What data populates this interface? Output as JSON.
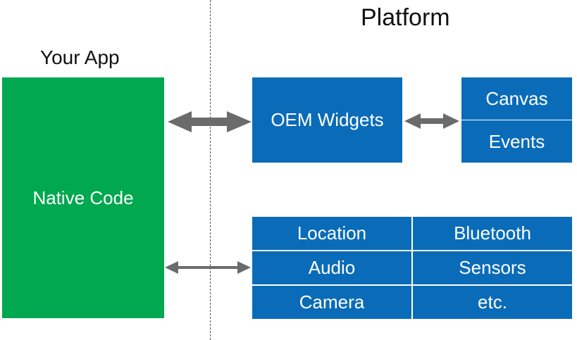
{
  "titles": {
    "platform": "Platform",
    "app": "Your App"
  },
  "app_box": {
    "label": "Native Code",
    "color": "#00a84f"
  },
  "platform_boxes": {
    "oem_widgets": "OEM Widgets",
    "stack": [
      "Canvas",
      "Events"
    ],
    "services": [
      "Location",
      "Bluetooth",
      "Audio",
      "Sensors",
      "Camera",
      "etc."
    ],
    "color": "#0a6cb8"
  },
  "arrow_color": "#6b6b6b"
}
